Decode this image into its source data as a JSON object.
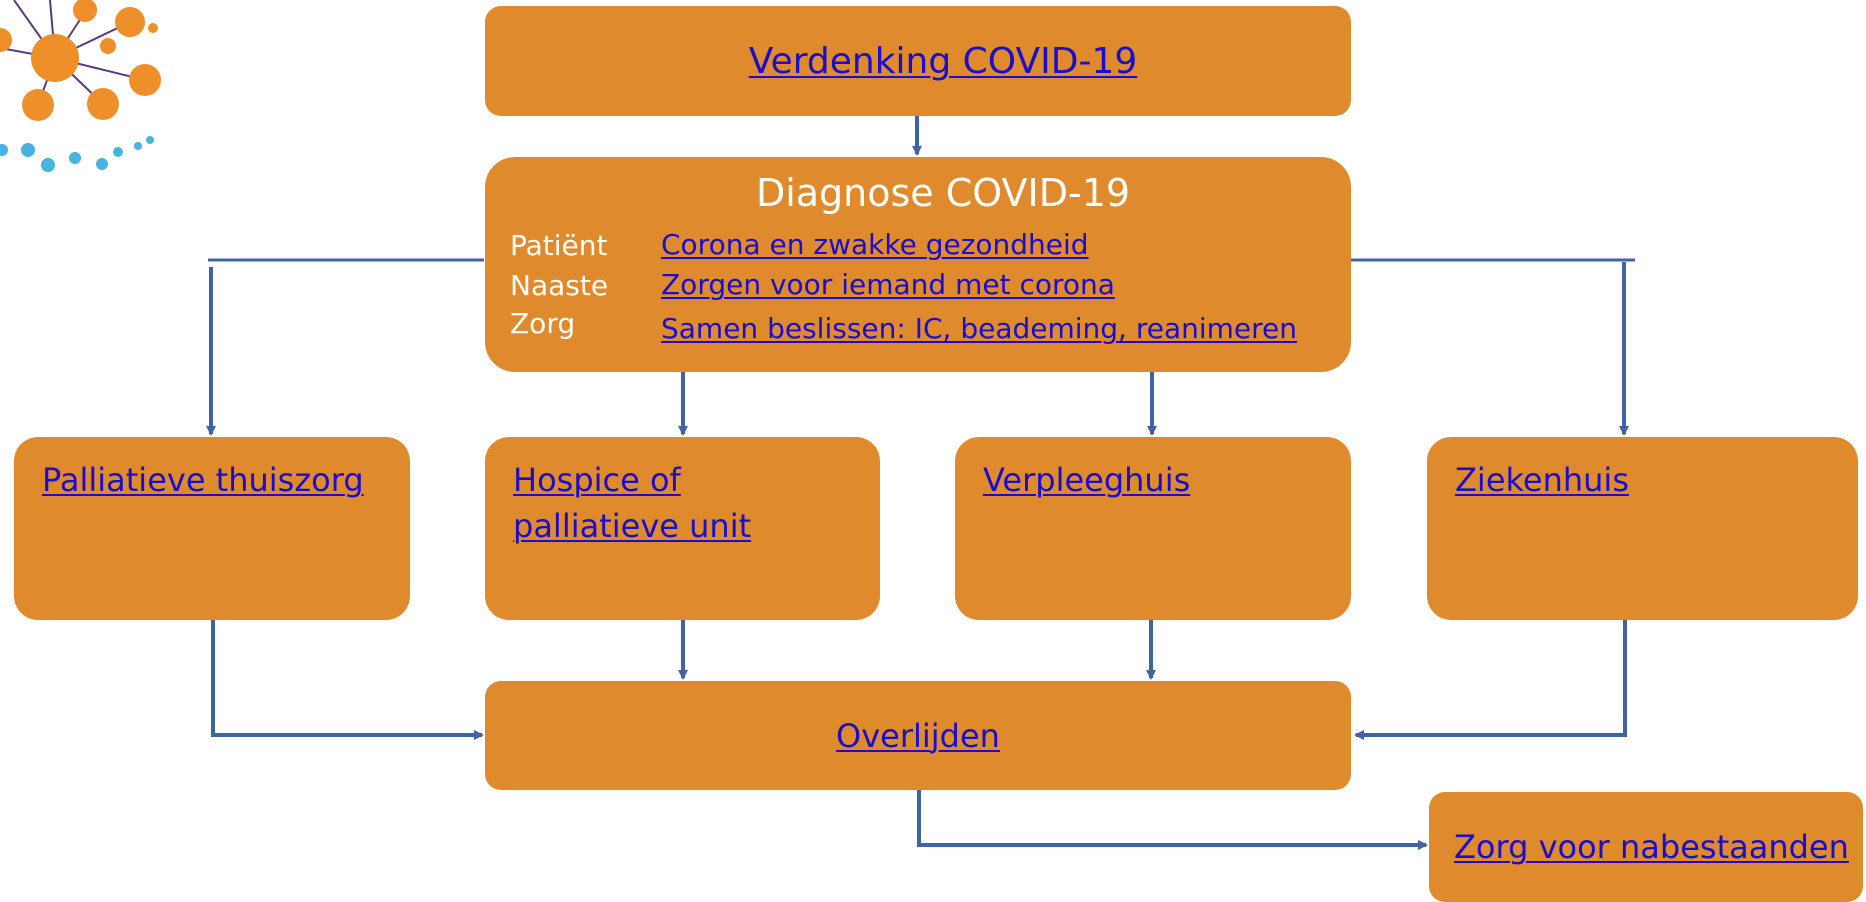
{
  "colors": {
    "box_fill": "#e08a2e",
    "arrow": "#3f63a5",
    "link": "#1a0dcc",
    "logo_orange": "#ef8f2a",
    "logo_blue": "#46b4df",
    "logo_line": "#5b3b7a"
  },
  "icons": {
    "logo": "network-molecule-logo"
  },
  "nodes": {
    "suspicion": {
      "label": "Verdenking COVID-19"
    },
    "diagnosis": {
      "title": "Diagnose COVID-19",
      "rows": [
        {
          "role": "Patiënt",
          "link": "Corona en zwakke gezondheid"
        },
        {
          "role": "Naaste",
          "link": "Zorgen voor iemand met corona"
        },
        {
          "role": "Zorg",
          "link": "Samen beslissen: IC, beademing, reanimeren"
        }
      ]
    },
    "home_care": {
      "label": "Palliatieve thuiszorg"
    },
    "hospice": {
      "label_line1": "Hospice of",
      "label_line2": "palliatieve unit"
    },
    "nursing_home": {
      "label": "Verpleeghuis"
    },
    "hospital": {
      "label": "Ziekenhuis"
    },
    "death": {
      "label": "Overlijden"
    },
    "bereaved": {
      "label": "Zorg voor nabestaanden"
    }
  }
}
